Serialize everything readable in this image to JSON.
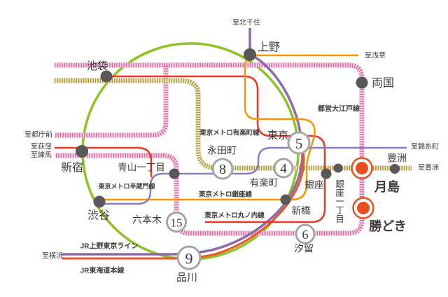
{
  "lines": {
    "yamanote": {
      "color": "#8fc128"
    },
    "oedo": {
      "label": "都営大江戸線",
      "color": "#e0609f"
    },
    "yurakucho": {
      "label": "東京メトロ有楽町線",
      "color": "#a6953c"
    },
    "hanzomon": {
      "label": "東京メトロ半蔵門線",
      "color": "#8b7cbd"
    },
    "ginza": {
      "label": "東京メトロ銀座線",
      "color": "#f39800"
    },
    "marunouchi": {
      "label": "東京メトロ丸ノ内線",
      "color": "#e73828"
    },
    "ueno_tokyo_line": {
      "label": "JR上野東京ライン",
      "color": "#8d6ba8"
    },
    "tokaido_line": {
      "label": "JR東海道本線",
      "color": "#e8562b"
    }
  },
  "stations": {
    "ikebukuro": "池袋",
    "ueno": "上野",
    "ryogoku": "両国",
    "shinjuku": "新宿",
    "aoyama_itchome": "青山一丁目",
    "nagatacho": "永田町",
    "tokyo": "東京",
    "yurakucho": "有楽町",
    "ginza": "銀座",
    "ginza_itchome": "銀座一丁目",
    "shibuya": "渋谷",
    "roppongi": "六本木",
    "shimbashi": "新橋",
    "shiodome": "汐留",
    "shinagawa": "品川",
    "toyosu": "豊洲",
    "tsukishima": "月島",
    "kachidoki": "勝どき"
  },
  "destinations": {
    "kita_senju": "至北千住",
    "asakusa": "至浅草",
    "kinshicho": "至錦糸町",
    "toyosu": "至豊洲",
    "tochomae": "至都庁前",
    "ogikubo": "至荻窪",
    "nerima": "至練馬",
    "yokohama": "至横浜"
  },
  "travel_minutes": {
    "tokyo": "5",
    "nagatacho": "8",
    "yurakucho": "4",
    "roppongi": "15",
    "shiodome": "6",
    "shinagawa": "9"
  },
  "highlight_color": "#e94e1f",
  "station_dot_color": "#595757",
  "minute_circle": {
    "ring_color": "#a5a6a8",
    "number_color": "#e8562b"
  }
}
